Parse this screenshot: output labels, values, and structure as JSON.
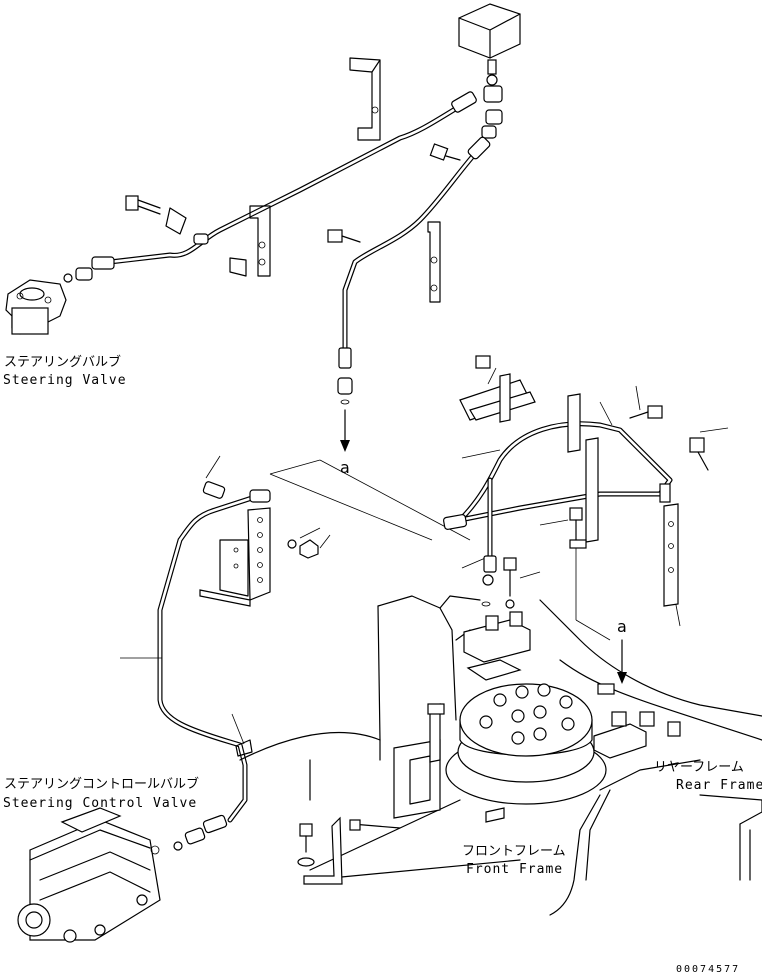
{
  "labels": {
    "steering_valve_jp": "ステアリングバルブ",
    "steering_valve_en": "Steering Valve",
    "steering_control_valve_jp": "ステアリングコントロールバルブ",
    "steering_control_valve_en": "Steering Control Valve",
    "rear_frame_jp": "リヤーフレーム",
    "rear_frame_en": "Rear Frame",
    "front_frame_jp": "フロントフレーム",
    "front_frame_en": "Front Frame"
  },
  "callouts": {
    "connection_top": "a",
    "connection_right": "a"
  },
  "drawing_code": "00074577"
}
